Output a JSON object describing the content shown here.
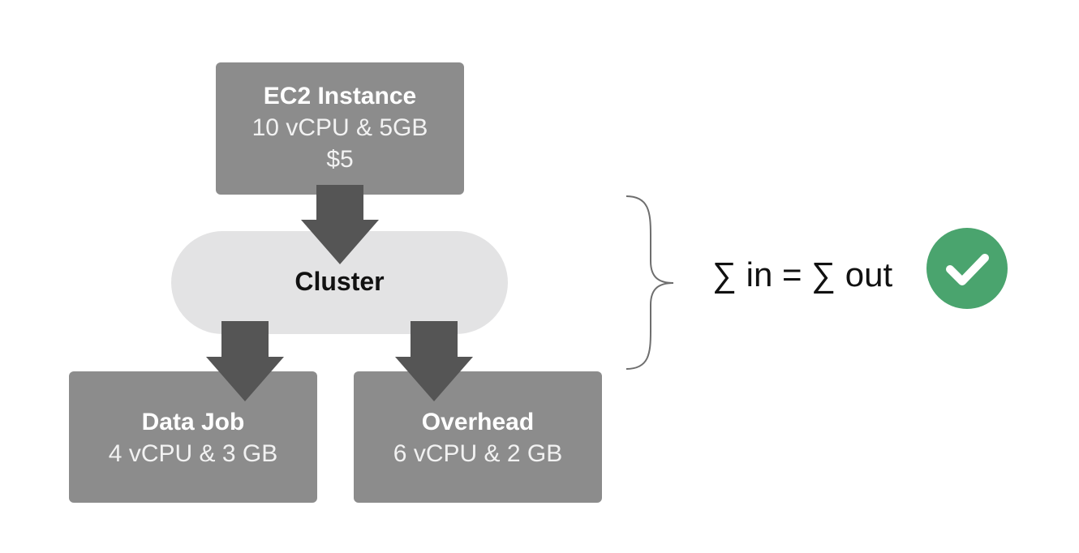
{
  "ec2": {
    "title": "EC2 Instance",
    "spec": "10 vCPU & 5GB",
    "cost": "$5"
  },
  "cluster": {
    "label": "Cluster"
  },
  "data_job": {
    "title": "Data Job",
    "spec": "4 vCPU & 3 GB"
  },
  "overhead": {
    "title": "Overhead",
    "spec": "6 vCPU & 2 GB"
  },
  "equation": {
    "text": "∑ in = ∑ out"
  },
  "colors": {
    "box": "#8c8c8c",
    "cluster": "#e3e3e4",
    "arrow": "#555555",
    "brace": "#6e6e6e",
    "check": "#4aa46e"
  },
  "icons": {
    "check": "check-circle-icon",
    "brace": "curly-brace-icon"
  }
}
